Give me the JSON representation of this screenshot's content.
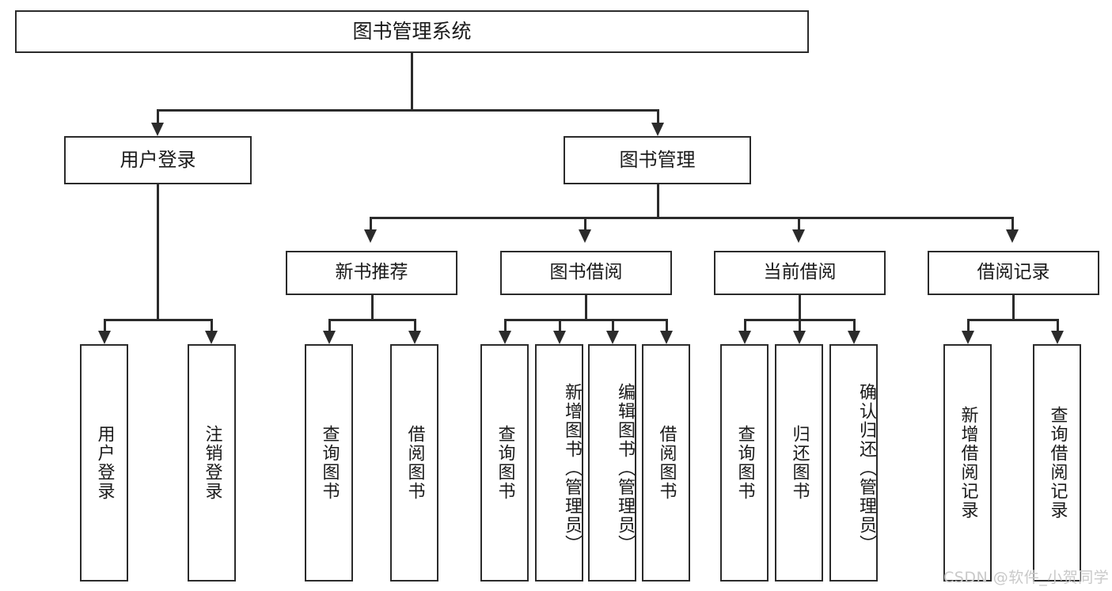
{
  "diagram": {
    "title": "图书管理系统",
    "type": "hierarchy-tree",
    "root": {
      "label": "图书管理系统"
    },
    "level2": [
      {
        "label": "用户登录"
      },
      {
        "label": "图书管理"
      }
    ],
    "level3": [
      {
        "label": "新书推荐"
      },
      {
        "label": "图书借阅"
      },
      {
        "label": "当前借阅"
      },
      {
        "label": "借阅记录"
      }
    ],
    "leaves": {
      "user_login": [
        {
          "label": "用户登录"
        },
        {
          "label": "注销登录"
        }
      ],
      "new_book_recommend": [
        {
          "label": "查询图书"
        },
        {
          "label": "借阅图书"
        }
      ],
      "book_borrow": [
        {
          "label": "查询图书"
        },
        {
          "label": "新增图书（管理员）"
        },
        {
          "label": "编辑图书（管理员）"
        },
        {
          "label": "借阅图书"
        }
      ],
      "current_borrow": [
        {
          "label": "查询图书"
        },
        {
          "label": "归还图书"
        },
        {
          "label": "确认归还（管理员）"
        }
      ],
      "borrow_record": [
        {
          "label": "新增借阅记录"
        },
        {
          "label": "查询借阅记录"
        }
      ]
    }
  },
  "watermark": {
    "text": "CSDN @软件_小贺同学"
  },
  "colors": {
    "stroke": "#2b2b2b",
    "fill": "#ffffff",
    "text": "#1a1a1a",
    "watermark": "#c9c9c9"
  }
}
